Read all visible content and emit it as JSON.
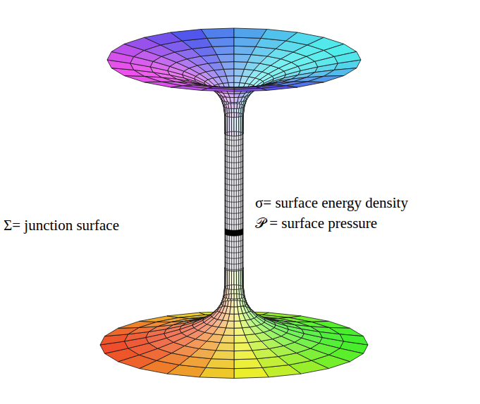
{
  "diagram": {
    "labels": [
      "Σ= junction surface",
      "σ= surface energy density",
      "𝒫 = surface pressure"
    ]
  }
}
